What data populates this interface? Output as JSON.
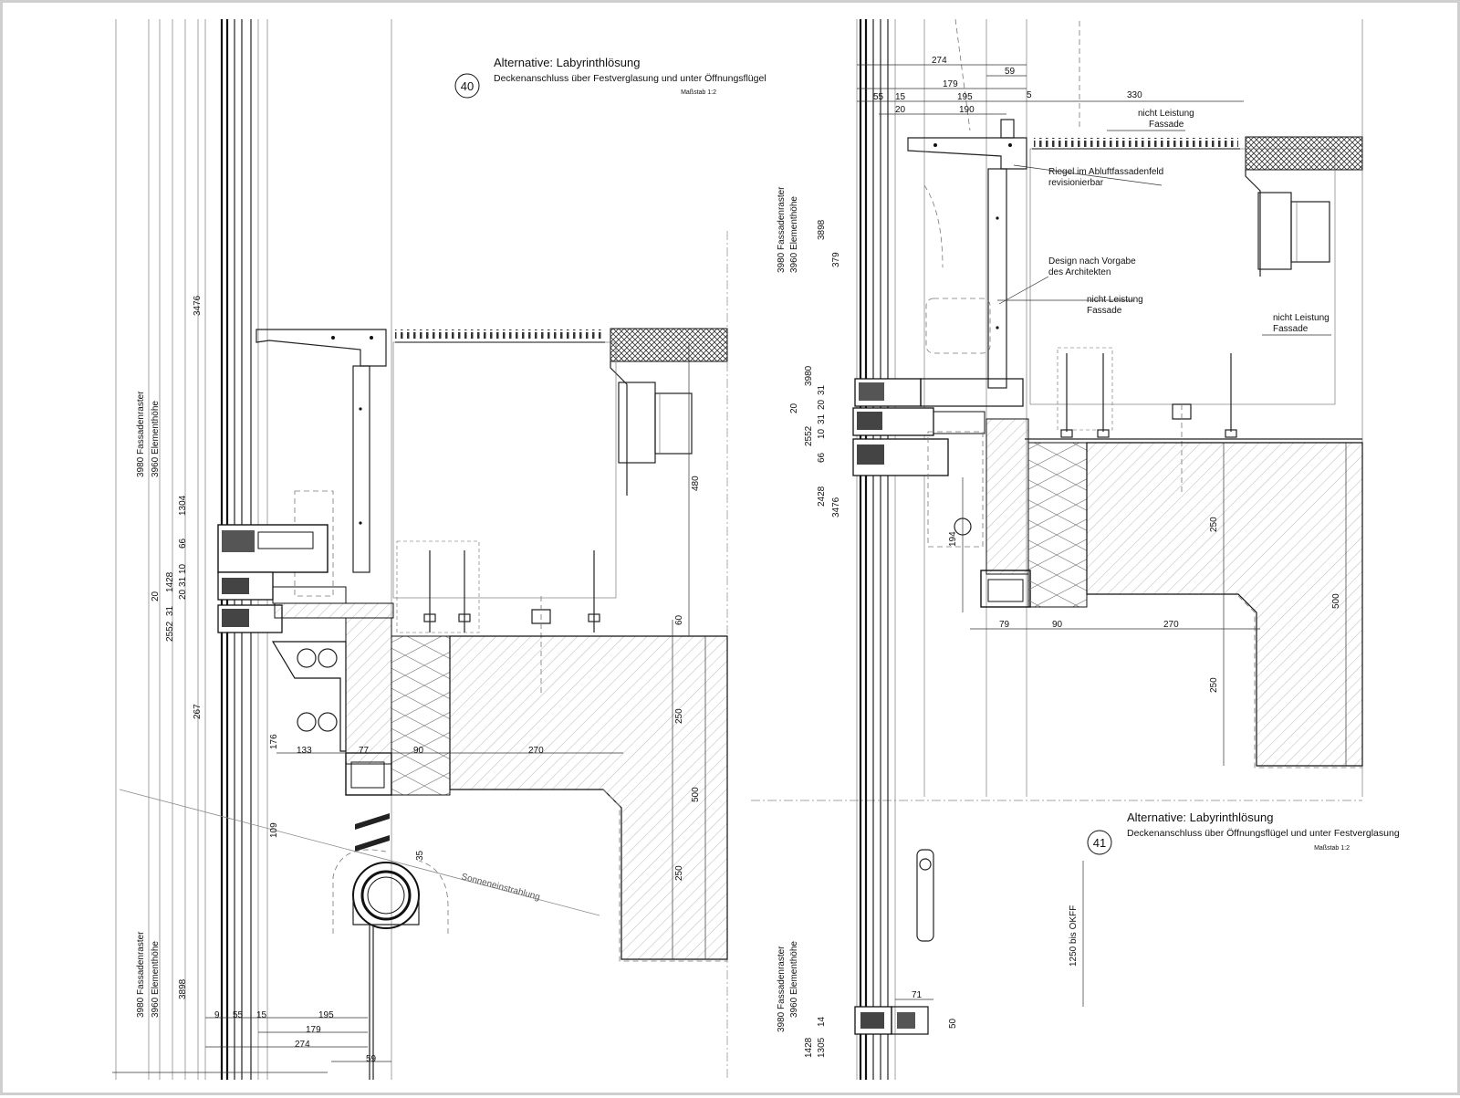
{
  "detail_40": {
    "badge": "40",
    "title": "Alternative: Labyrinthlösung",
    "subtitle": "Deckenanschluss über Festverglasung und unter Öffnungsflügel",
    "scale": "Maßstab 1:2",
    "vertical_labels": {
      "fassadenraster": "3980 Fassadenraster",
      "elementhoehe": "3960 Elementhöhe",
      "fassadenraster_low": "3980 Fassadenraster",
      "elementhoehe_low": "3960 Elementhöhe",
      "d3898": "3898",
      "d3476": "3476",
      "d1304": "1304",
      "d66": "66",
      "d1428": "1428",
      "d20": "20",
      "d31a": "31",
      "d10": "10",
      "d20b": "20",
      "d31b": "31",
      "d2552": "2552",
      "d267": "267",
      "d176": "176",
      "d109": "109",
      "d35": "35",
      "d480": "480",
      "d60": "60",
      "d250a": "250",
      "d500": "500",
      "d250b": "250"
    },
    "horizontal_labels": {
      "d133": "133",
      "d77": "77",
      "d90": "90",
      "d270": "270",
      "d9": "9",
      "d55": "55",
      "d15": "15",
      "d195": "195",
      "d179": "179",
      "d274": "274",
      "d59": "59"
    },
    "sun_label": "Sonneneinstrahlung"
  },
  "detail_41": {
    "badge": "41",
    "title": "Alternative: Labyrinthlösung",
    "subtitle": "Deckenanschluss über Öffnungsflügel und unter Festverglasung",
    "scale": "Maßstab 1:2",
    "notes": {
      "nicht_leistung_1": "nicht Leistung",
      "fassade_1": "Fassade",
      "riegel_1": "Riegel im Abluftfassadenfeld",
      "riegel_2": "revisionierbar",
      "design_1": "Design nach Vorgabe",
      "design_2": "des Architekten",
      "nicht_leistung_2": "nicht Leistung",
      "fassade_2": "Fassade",
      "nicht_leistung_3": "nicht Leistung",
      "fassade_3": "Fassade"
    },
    "top_dims": {
      "d274": "274",
      "d59": "59",
      "d179": "179",
      "d55": "55",
      "d15": "15",
      "d195": "195",
      "d5": "5",
      "d330": "330",
      "d20": "20",
      "d190": "190"
    },
    "vertical_labels": {
      "fassadenraster": "3980 Fassadenraster",
      "elementhoehe": "3960 Elementhöhe",
      "d3898": "3898",
      "d379": "379",
      "d3980": "3980",
      "d20": "20",
      "d2552": "2552",
      "d66": "66",
      "d2428": "2428",
      "d3476": "3476",
      "d31a": "31",
      "d20b": "20",
      "d31b": "31",
      "d10": "10",
      "d194": "194",
      "d250a": "250",
      "d500": "500",
      "d250b": "250",
      "d1250": "1250 bis OKFF",
      "fassadenraster_low": "3980 Fassadenraster",
      "elementhoehe_low": "3960 Elementhöhe",
      "d1428": "1428",
      "d1305": "1305",
      "d14": "14",
      "d50": "50"
    },
    "horizontal_labels": {
      "d79": "79",
      "d90": "90",
      "d270": "270",
      "d71": "71"
    }
  }
}
